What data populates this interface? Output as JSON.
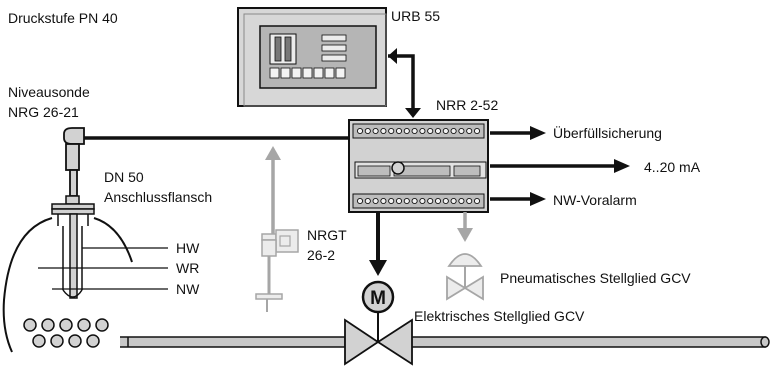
{
  "labels": {
    "pressure_stage": "Druckstufe PN 40",
    "controller": "URB 55",
    "level_probe_line1": "Niveausonde",
    "level_probe_line2": "NRG 26-21",
    "transmitter": "NRR 2-52",
    "overflow": "Überfüllsicherung",
    "output_signal": "4..20 mA",
    "low_level_alarm": "NW-Voralarm",
    "flange_line1": "DN 50",
    "flange_line2": "Anschlussflansch",
    "hw": "HW",
    "wr": "WR",
    "nw": "NW",
    "nrgt_line1": "NRGT",
    "nrgt_line2": "26-2",
    "pneumatic_valve": "Pneumatisches Stellglied GCV",
    "electric_valve": "Elektrisches Stellglied GCV",
    "motor": "M"
  },
  "colors": {
    "line": "#111111",
    "device_fill": "#d0d0d0",
    "device_dark": "#9a9a9a",
    "gray_path": "#a6a6a6",
    "pipe": "#c8c8c8"
  }
}
